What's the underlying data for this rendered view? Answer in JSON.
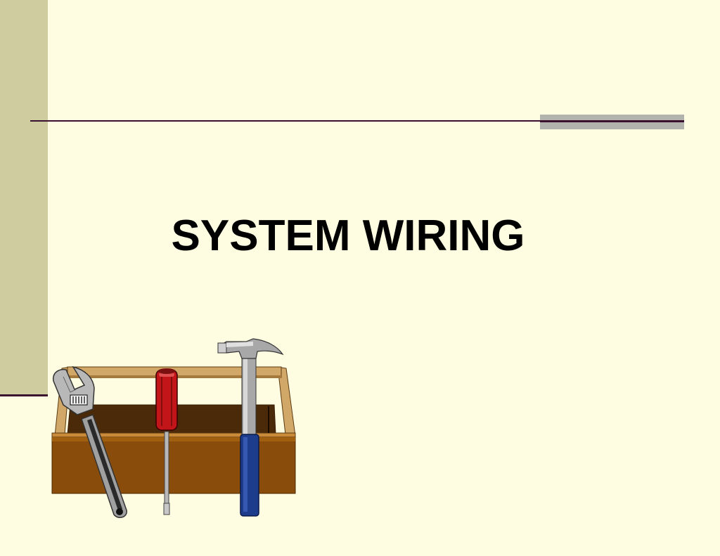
{
  "slide": {
    "title": "SYSTEM WIRING"
  },
  "illustration": {
    "icon": "toolbox-with-tools-icon",
    "tools": [
      "adjustable-wrench",
      "screwdriver",
      "claw-hammer"
    ]
  },
  "colors": {
    "background": "#fefde1",
    "side_band": "#cfcc9f",
    "rule": "#3a1230",
    "rule_accent": "#b3b3ae",
    "title_text": "#000000"
  }
}
